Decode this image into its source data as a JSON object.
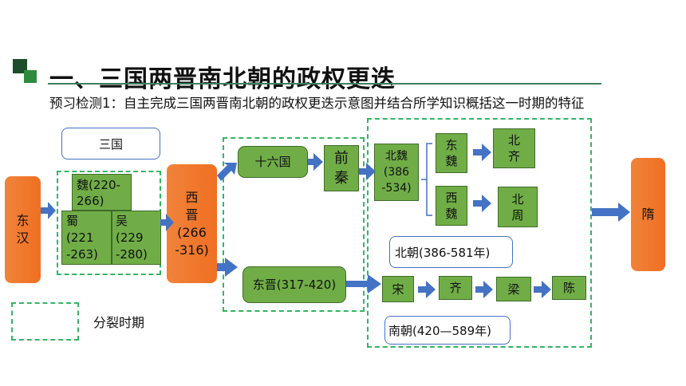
{
  "heading": "一、三国两晋南北朝的政权更迭",
  "subtitle": "预习检测1：自主完成三国两晋南北朝的政权更迭示意图并结合所学知识概括这一时期的特征",
  "colors": {
    "orange": "#f07228",
    "green": "#70ad47",
    "dash": "#33b565",
    "arrow": "#4472c4"
  },
  "nodes": {
    "sanguo_label": "三国",
    "donghan": "东\n汉",
    "wei": "魏(220-\n266)",
    "shu": "蜀\n(221\n-263)",
    "wu": "吴\n(229\n-280)",
    "xijin": "西\n晋\n(266\n-316)",
    "shiliuguo": "十六国",
    "qianqin": "前\n秦",
    "dongjin": "东晋(317-420)",
    "beiwei": "北魏\n(386\n-534)",
    "dongwei": "东\n魏",
    "xiwei": "西\n魏",
    "beiqi": "北\n齐",
    "beizhou": "北\n周",
    "beichao_label": "北朝(386-581年)",
    "song": "宋",
    "qi": "齐",
    "liang": "梁",
    "chen": "陈",
    "nanchao_label": "南朝(420—589年)",
    "sui": "隋"
  },
  "legend": {
    "label": "分裂时期"
  }
}
